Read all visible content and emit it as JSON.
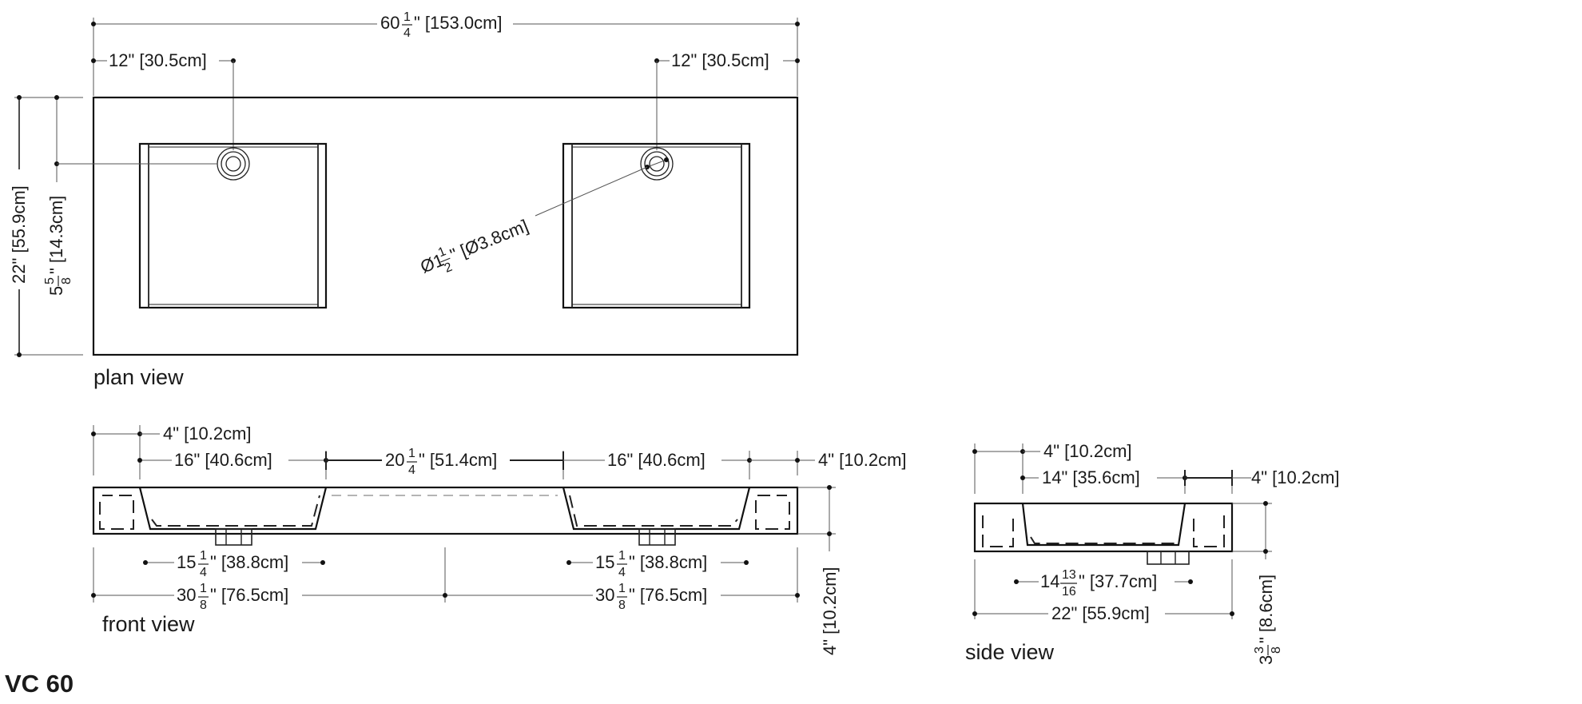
{
  "title": "VC 60",
  "views": {
    "plan": "plan view",
    "front": "front view",
    "side": "side view"
  },
  "plan": {
    "overall_width": {
      "whole": "60",
      "num": "1",
      "den": "4",
      "rest": "\" [153.0cm]"
    },
    "drain_left": "12\" [30.5cm]",
    "drain_right": "12\" [30.5cm]",
    "depth": "22\" [55.9cm]",
    "drain_depth": {
      "whole": "5",
      "num": "5",
      "den": "8",
      "rest": "\" [14.3cm]"
    },
    "drain_diameter": {
      "whole": "Ø1",
      "num": "1",
      "den": "2",
      "rest": "\" [Ø3.8cm]"
    }
  },
  "front": {
    "edge_left": "4\" [10.2cm]",
    "basin_left": "16\" [40.6cm]",
    "gap": {
      "whole": "20",
      "num": "1",
      "den": "4",
      "rest": "\" [51.4cm]"
    },
    "basin_right": "16\" [40.6cm]",
    "edge_right": "4\" [10.2cm]",
    "bottom_left": {
      "whole": "15",
      "num": "1",
      "den": "4",
      "rest": "\" [38.8cm]"
    },
    "bottom_right": {
      "whole": "15",
      "num": "1",
      "den": "4",
      "rest": "\" [38.8cm]"
    },
    "half_left": {
      "whole": "30",
      "num": "1",
      "den": "8",
      "rest": "\" [76.5cm]"
    },
    "half_right": {
      "whole": "30",
      "num": "1",
      "den": "8",
      "rest": "\" [76.5cm]"
    },
    "height": "4\" [10.2cm]"
  },
  "side": {
    "edge_left": "4\" [10.2cm]",
    "basin": "14\" [35.6cm]",
    "edge_right": "4\" [10.2cm]",
    "bottom": {
      "whole": "14",
      "num": "13",
      "den": "16",
      "rest": "\" [37.7cm]"
    },
    "depth": "22\" [55.9cm]",
    "height": {
      "whole": "3",
      "num": "3",
      "den": "8",
      "rest": "\" [8.6cm]"
    }
  }
}
